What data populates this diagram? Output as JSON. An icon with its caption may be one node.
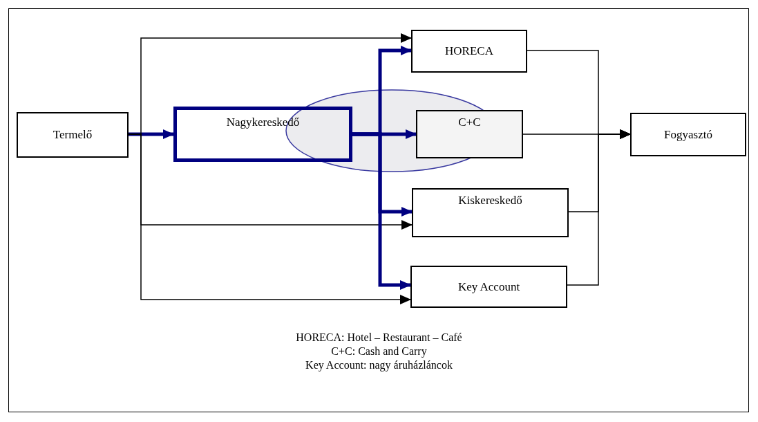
{
  "diagram": {
    "nodes": [
      {
        "text": [
          "Termelő"
        ]
      },
      {
        "text": [
          "Nagykereskedő"
        ]
      },
      {
        "text": [
          "HORECA"
        ]
      },
      {
        "text": [
          "C+C"
        ]
      },
      {
        "text": [
          "Kiskereskedő"
        ]
      },
      {
        "text": [
          "Key Account"
        ]
      },
      {
        "text": [
          "Fogyasztó"
        ]
      }
    ],
    "edges": [
      {
        "from": 0,
        "to": 1,
        "arrow": "to",
        "style": "thick",
        "color": "#000080"
      },
      {
        "from": 0,
        "to": 2,
        "arrow": "to"
      },
      {
        "from": 0,
        "to": 4,
        "arrow": "to"
      },
      {
        "from": 0,
        "to": 5,
        "arrow": "to"
      },
      {
        "from": 1,
        "to": 2,
        "arrow": "to",
        "style": "thick",
        "color": "#000080"
      },
      {
        "from": 1,
        "to": 3,
        "arrow": "to",
        "style": "thick",
        "color": "#000080"
      },
      {
        "from": 1,
        "to": 4,
        "arrow": "to",
        "style": "thick",
        "color": "#000080"
      },
      {
        "from": 1,
        "to": 5,
        "arrow": "to",
        "style": "thick",
        "color": "#000080"
      },
      {
        "from": 2,
        "to": 6,
        "arrow": "to"
      },
      {
        "from": 3,
        "to": 6,
        "arrow": "to"
      },
      {
        "from": 4,
        "to": 6,
        "arrow": "to"
      },
      {
        "from": 5,
        "to": 6,
        "arrow": "to"
      }
    ],
    "labels": [
      "HORECA: Hotel – Restaurant – Café",
      "C+C: Cash and Carry",
      "Key Account: nagy áruházláncok"
    ]
  }
}
